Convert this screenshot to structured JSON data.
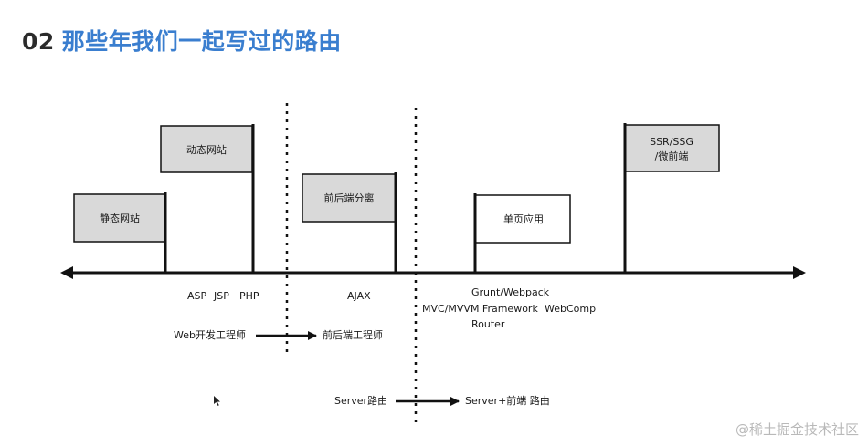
{
  "slide": {
    "number": "02",
    "title": "那些年我们一起写过的路由"
  },
  "flags": {
    "static_site": "静态网站",
    "dynamic_site": "动态网站",
    "fe_be_split": "前后端分离",
    "spa": "单页应用",
    "ssr_line1": "SSR/SSG",
    "ssr_line2": "/微前端"
  },
  "tech": {
    "asp": "ASP",
    "jsp": "JSP",
    "php": "PHP",
    "ajax": "AJAX",
    "grunt_webpack": "Grunt/Webpack",
    "mvc_mvvm": "MVC/MVVM Framework",
    "webcomp": "WebComp",
    "router": "Router"
  },
  "roles": {
    "from": "Web开发工程师",
    "to": "前后端工程师"
  },
  "routing": {
    "from": "Server路由",
    "to": "Server+前端 路由"
  },
  "watermark": "@稀土掘金技术社区"
}
